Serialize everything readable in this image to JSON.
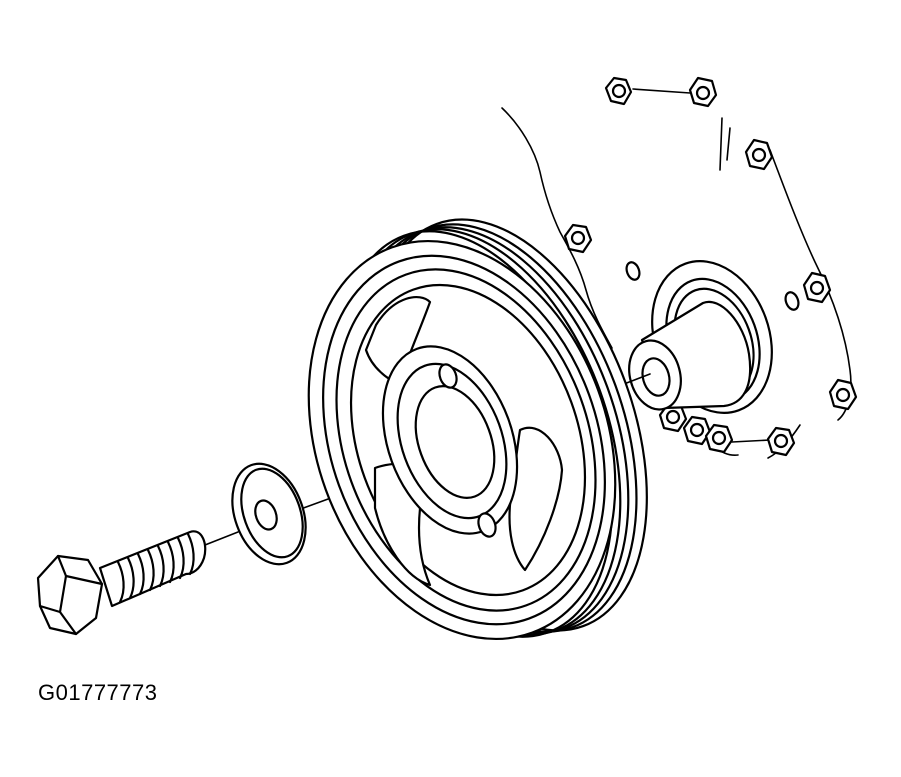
{
  "figure": {
    "code": "G01777773"
  },
  "parts": {
    "pulley": "crankshaft-pulley",
    "bolt": "pulley-bolt",
    "washer": "washer",
    "crank": "crankshaft-snout",
    "cover": "timing-cover"
  }
}
